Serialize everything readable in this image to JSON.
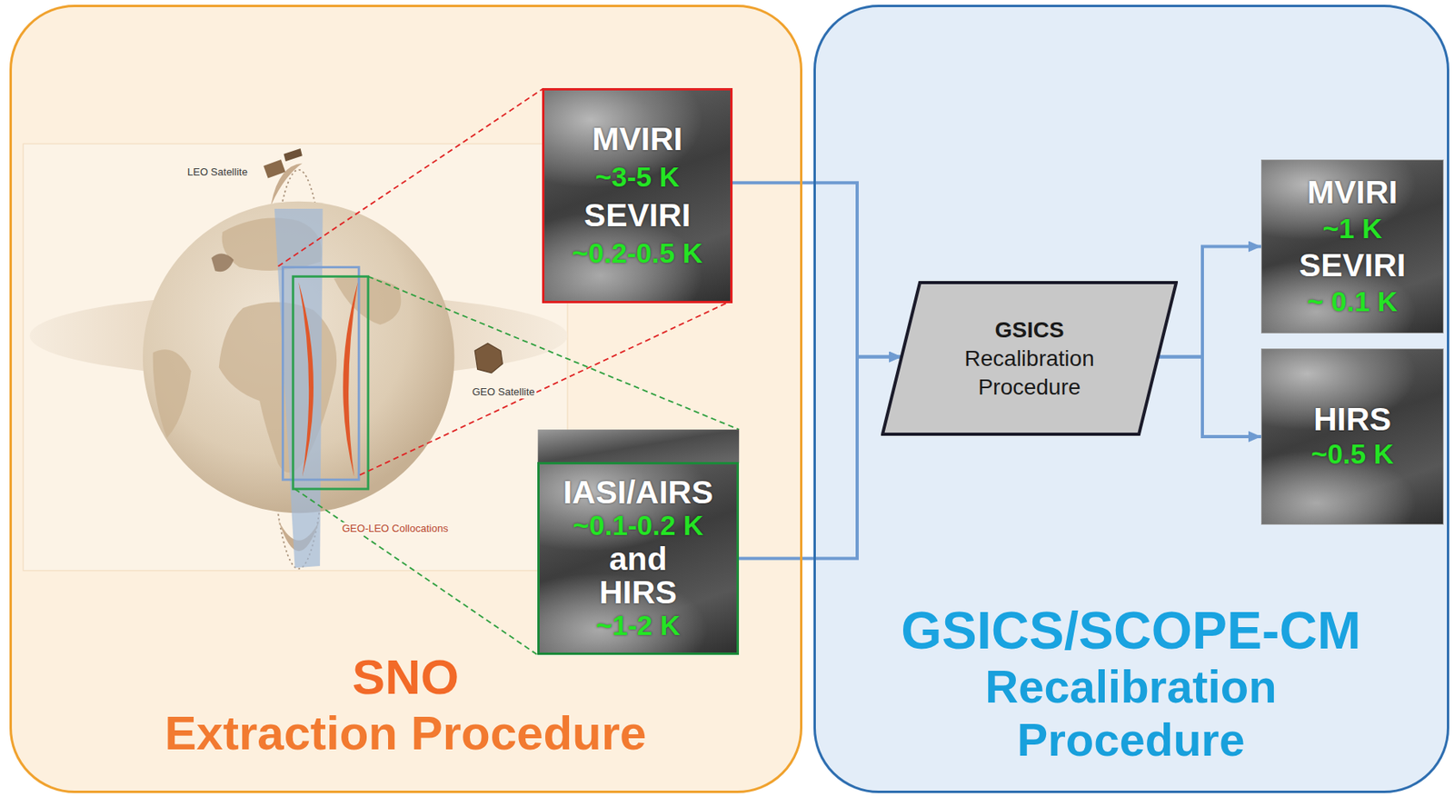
{
  "diagram": {
    "nodes": [
      {
        "text": [
          "SNO",
          "Extraction Procedure"
        ]
      },
      {
        "text": [
          "GSICS/SCOPE-CM",
          "Recalibration Procedure"
        ]
      },
      {
        "text": [
          "MVIRI",
          "~3-5 K",
          "SEVIRI",
          "~0.2-0.5 K"
        ],
        "in": 0
      },
      {
        "text": [
          "IASI/AIRS",
          "~0.1-0.2 K",
          "and",
          "HIRS",
          "~1-2 K"
        ],
        "in": 0
      },
      {
        "text": [
          "GSICS Recalibration Procedure"
        ],
        "in": 1
      },
      {
        "text": [
          "MVIRI",
          "~1 K",
          "SEVIRI",
          "~ 0.1 K"
        ],
        "in": 1
      },
      {
        "text": [
          "HIRS",
          "~0.5 K"
        ],
        "in": 1
      }
    ],
    "edges": [
      {
        "from": 2,
        "to": 4,
        "arrow": "to"
      },
      {
        "from": 3,
        "to": 4,
        "arrow": "to"
      },
      {
        "from": 4,
        "to": 5,
        "arrow": "to"
      },
      {
        "from": 4,
        "to": 6,
        "arrow": "to"
      }
    ],
    "labels": [
      "LEO Satellite",
      "GEO Satellite",
      "GEO-LEO Collocations"
    ]
  }
}
